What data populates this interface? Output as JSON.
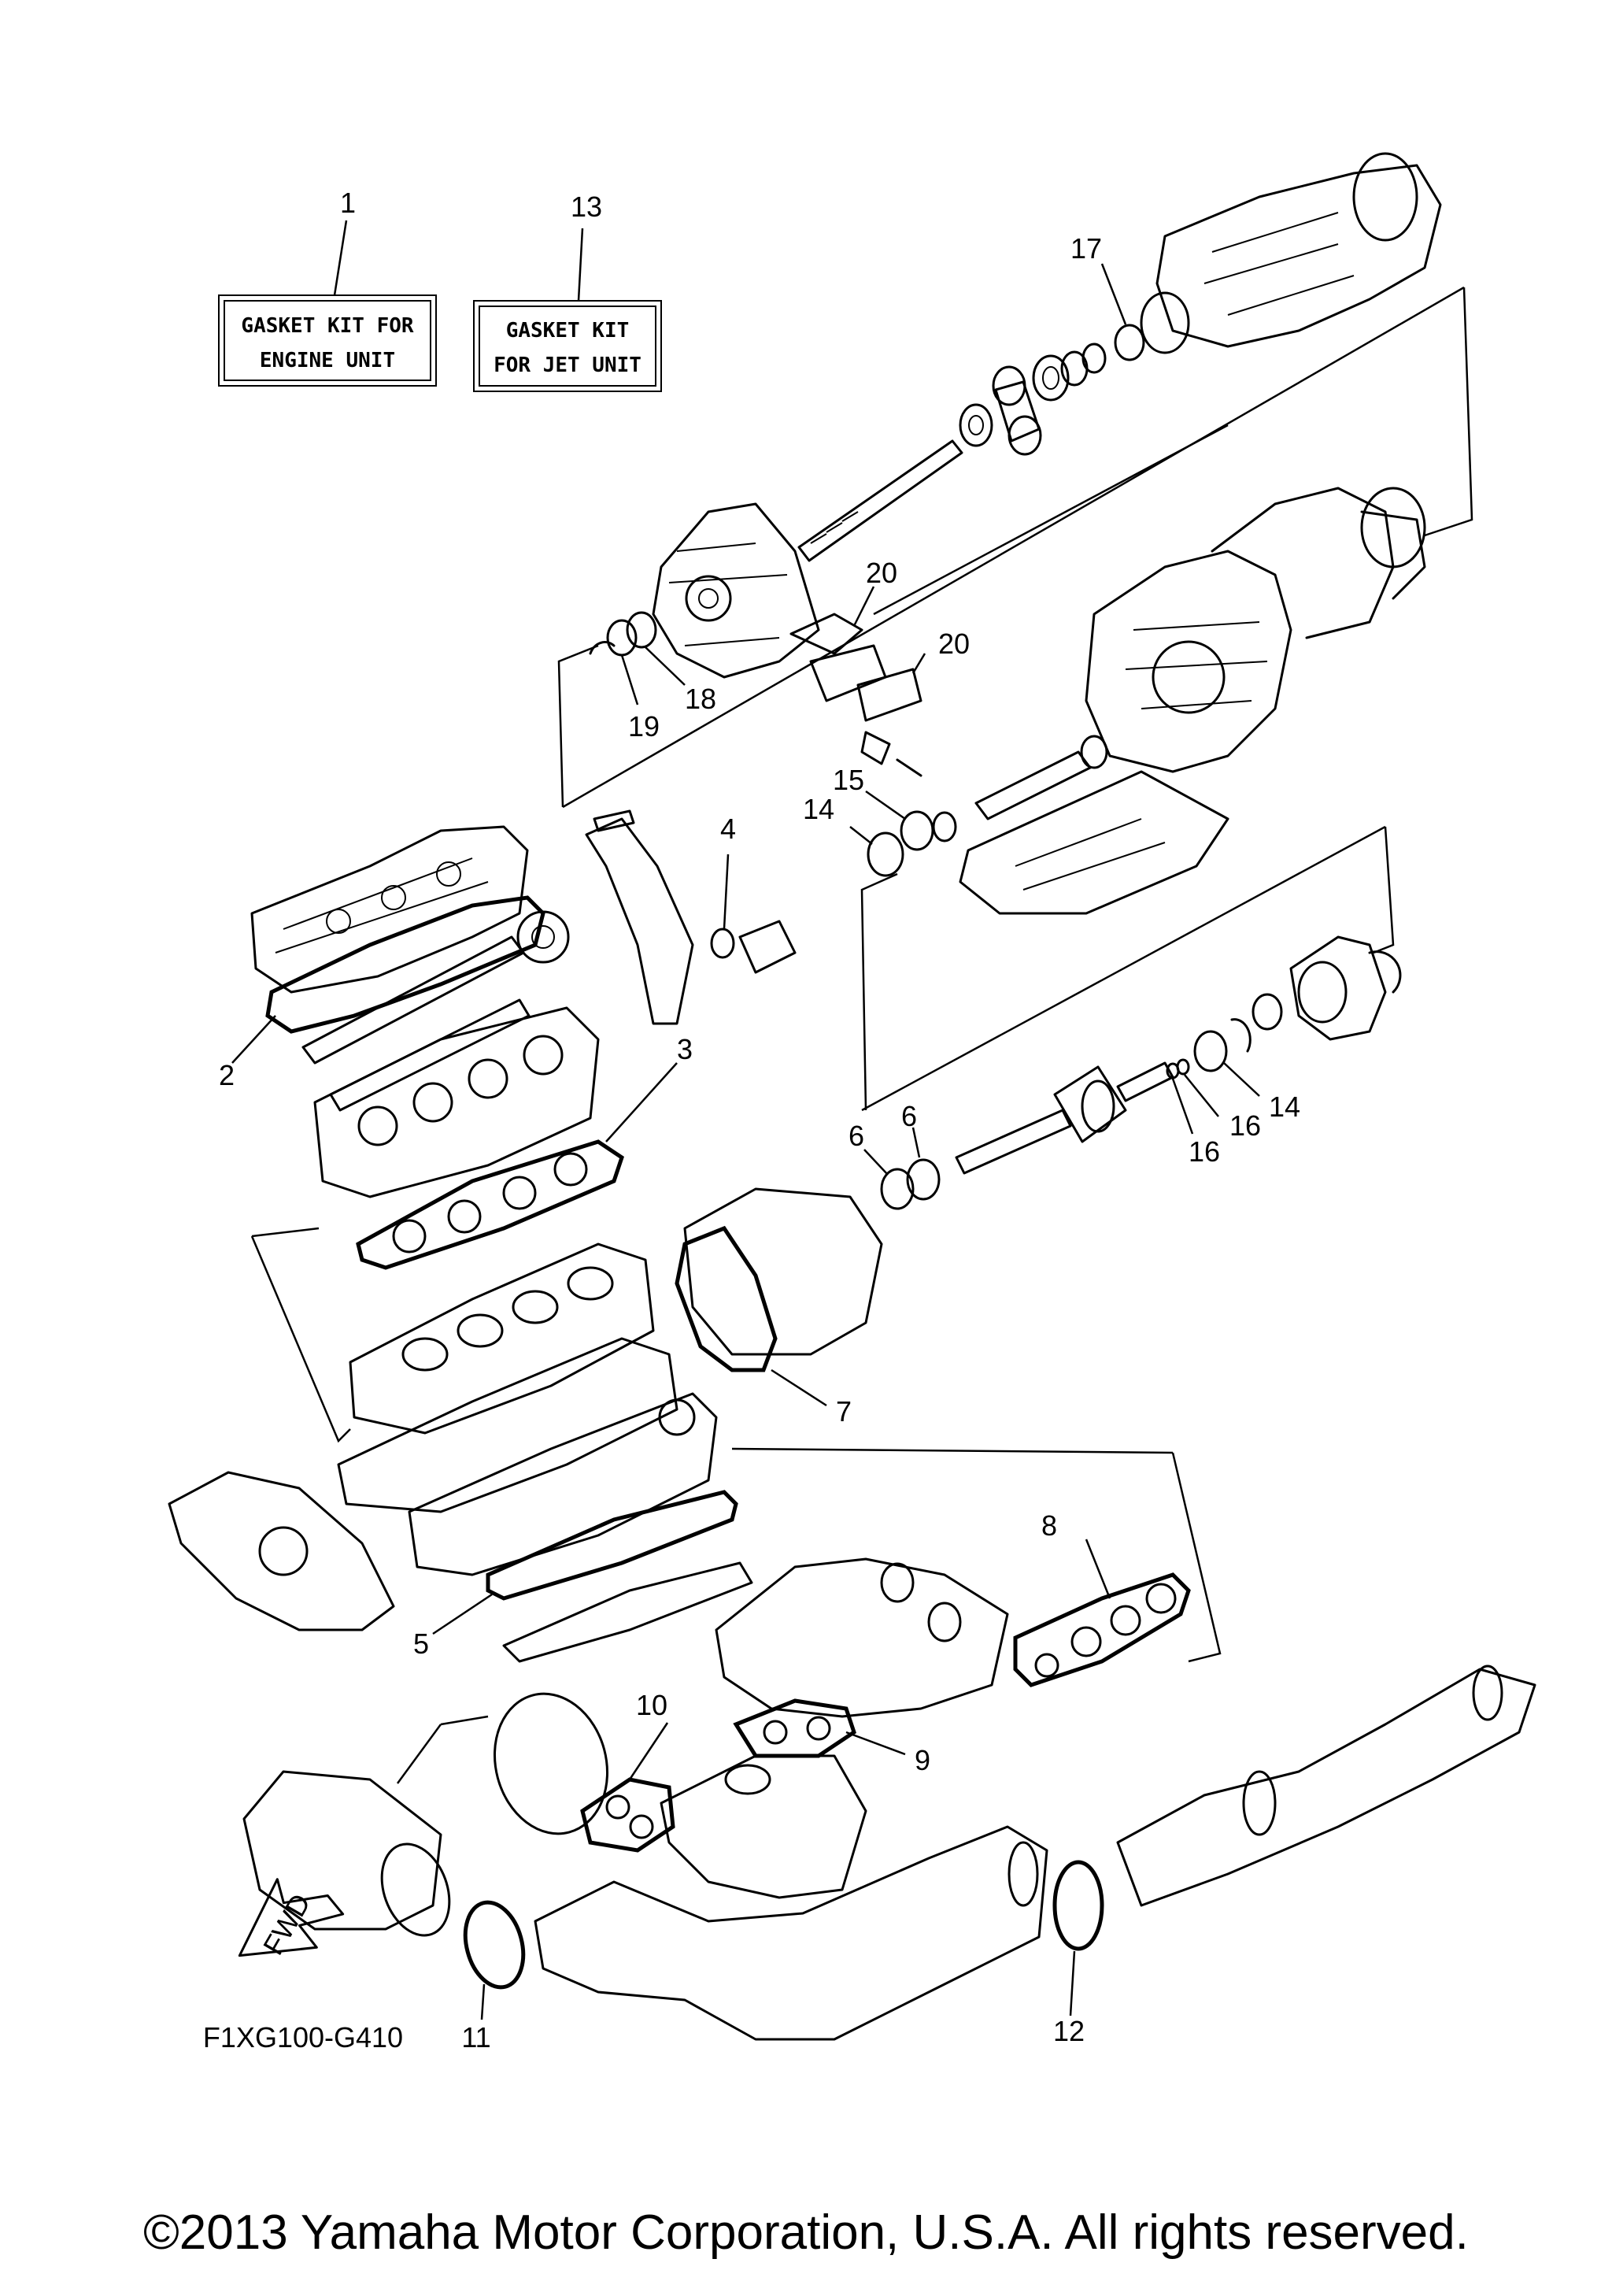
{
  "kits": [
    {
      "number": "1",
      "line1": "GASKET KIT FOR",
      "line2": "ENGINE UNIT"
    },
    {
      "number": "13",
      "line1": "GASKET KIT",
      "line2": "FOR JET UNIT"
    }
  ],
  "callouts": {
    "c2": "2",
    "c3": "3",
    "c4": "4",
    "c5": "5",
    "c6a": "6",
    "c6b": "6",
    "c7": "7",
    "c8": "8",
    "c9": "9",
    "c10": "10",
    "c11": "11",
    "c12": "12",
    "c14a": "14",
    "c14b": "14",
    "c15": "15",
    "c16a": "16",
    "c16b": "16",
    "c17": "17",
    "c18": "18",
    "c19": "19",
    "c20a": "20",
    "c20b": "20"
  },
  "fwd_label": "FWD",
  "diagram_code": "F1XG100-G410",
  "copyright": "©2013 Yamaha Motor Corporation, U.S.A. All rights reserved."
}
